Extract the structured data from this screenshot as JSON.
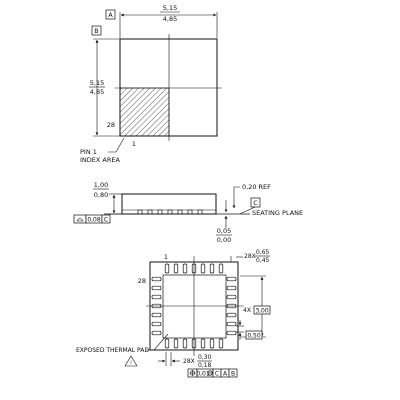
{
  "top_view": {
    "datum_a": "A",
    "datum_b": "B",
    "width_max": "5,15",
    "width_min": "4,85",
    "height_max": "5,15",
    "height_min": "4,85",
    "pin_28": "28",
    "pin_1": "1",
    "pin1_label_line1": "PIN 1",
    "pin1_label_line2": "INDEX AREA"
  },
  "side_view": {
    "height_max": "1,00",
    "height_min": "0,80",
    "flatness_value": "0,08",
    "flatness_datum": "C",
    "ref_thickness": "0,20 REF",
    "datum_c": "C",
    "seating_plane": "SEATING PLANE",
    "standoff_max": "0,05",
    "standoff_min": "0,00"
  },
  "bottom_view": {
    "pin_1": "1",
    "pin_28": "28",
    "pitch_count": "28X",
    "pitch_max": "0,65",
    "pitch_min": "0,45",
    "pad_count": "4X",
    "pad_span": "3,00",
    "pad_basic": "0,50",
    "lead_count": "28X",
    "lead_max": "0,30",
    "lead_min": "0,18",
    "tolerance_value": "0,01",
    "datum_c": "C",
    "datum_a": "A",
    "datum_b": "B",
    "thermal_pad_label": "EXPOSED THERMAL PAD"
  }
}
